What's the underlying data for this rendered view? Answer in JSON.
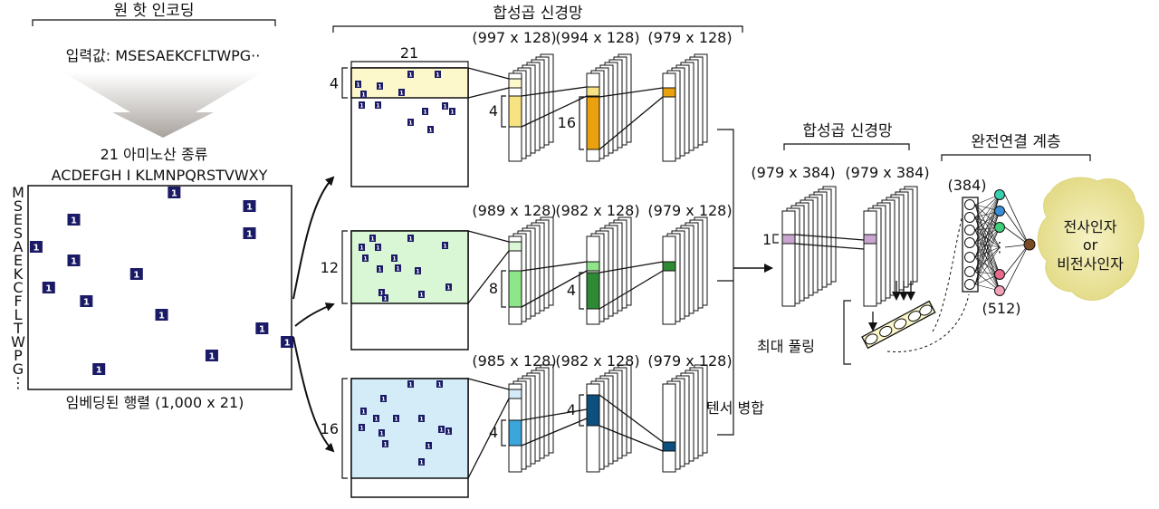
{
  "one_hot": {
    "title": "원 핫 인코딩",
    "input_label": "입력값: MSESAEKCFLTWPG··",
    "amino_title": "21 아미노산 종류",
    "amino_letters": "ACDEFGH I KLMNPQRSTVWXY",
    "sequence_letters": [
      "M",
      "S",
      "E",
      "S",
      "A",
      "E",
      "K",
      "C",
      "F",
      "L",
      "T",
      "W",
      "P",
      "G",
      "⋮"
    ],
    "matrix_caption": "임베딩된 행렬 (1,000 x 21)",
    "cell_value": "1",
    "cells": [
      {
        "row": 0,
        "col": 11
      },
      {
        "row": 1,
        "col": 17
      },
      {
        "row": 2,
        "col": 3
      },
      {
        "row": 3,
        "col": 17
      },
      {
        "row": 4,
        "col": 0
      },
      {
        "row": 5,
        "col": 3
      },
      {
        "row": 6,
        "col": 8
      },
      {
        "row": 7,
        "col": 1
      },
      {
        "row": 8,
        "col": 4
      },
      {
        "row": 9,
        "col": 10
      },
      {
        "row": 10,
        "col": 18
      },
      {
        "row": 11,
        "col": 20
      },
      {
        "row": 12,
        "col": 14
      },
      {
        "row": 13,
        "col": 5
      }
    ]
  },
  "cnn": {
    "title": "합성곱 신경망",
    "width_label": "21",
    "branches": [
      {
        "kernel": "4",
        "color_light": "#fdf7cc",
        "color_mid": "#f7e382",
        "color_dark": "#e9a20e",
        "sizes": [
          "(997 x 128)",
          "(994 x 128)",
          "(979 x 128)"
        ],
        "k2": "4",
        "k3": "16"
      },
      {
        "kernel": "12",
        "color_light": "#d9f7d4",
        "color_mid": "#8ee58a",
        "color_dark": "#2e8a34",
        "sizes": [
          "(989 x 128)",
          "(982 x 128)",
          "(979 x 128)"
        ],
        "k2": "8",
        "k3": "4"
      },
      {
        "kernel": "16",
        "color_light": "#d3ecf8",
        "color_mid": "#3aa6dc",
        "color_dark": "#0d4f7e",
        "sizes": [
          "(985 x 128)",
          "(982 x 128)",
          "(979 x 128)"
        ],
        "k2": "4",
        "k3": "4"
      }
    ],
    "concat_label": "텐서 병합"
  },
  "cnn2": {
    "title": "합성곱 신경망",
    "sizes": [
      "(979 x 384)",
      "(979 x 384)"
    ],
    "kernel": "1",
    "pool_label": "최대 풀링",
    "color": "#c9a6cf"
  },
  "fc": {
    "title": "완전연결 계층",
    "in_size": "(384)",
    "out_size": "(512)",
    "node_colors": [
      "#39d0b0",
      "#3b8fd8",
      "#3fcf7a",
      "#e86a8a",
      "#f2a1b8"
    ],
    "output_color": "#7a4a22"
  },
  "output": {
    "line1": "전사인자",
    "line2": "or",
    "line3": "비전사인자",
    "blob_color": "#efeaa6"
  }
}
